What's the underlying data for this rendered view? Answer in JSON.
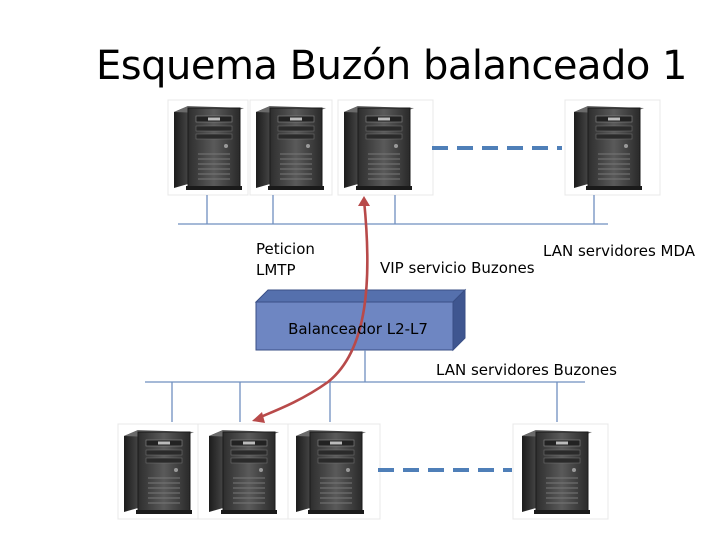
{
  "title": "Esquema Buzón balanceado 1",
  "labels": {
    "peticion": "Peticion\nLMTP",
    "vip": "VIP servicio Buzones",
    "lan_mda": "LAN servidores MDA",
    "lan_buzones": "LAN servidores Buzones",
    "balancer": "Balanceador L2-L7"
  },
  "colors": {
    "lan_line": "#6f8fbf",
    "dashed_link": "#4f7fb8",
    "request_arrow": "#b84a4a",
    "balancer_face": "#6e86c2",
    "balancer_top": "#5570ad",
    "balancer_side": "#3f5690",
    "server_body": "#3a3a3a"
  },
  "icons": {
    "server": "tower-server-icon",
    "balancer": "load-balancer-box-icon",
    "arrow": "request-arrow-icon"
  }
}
